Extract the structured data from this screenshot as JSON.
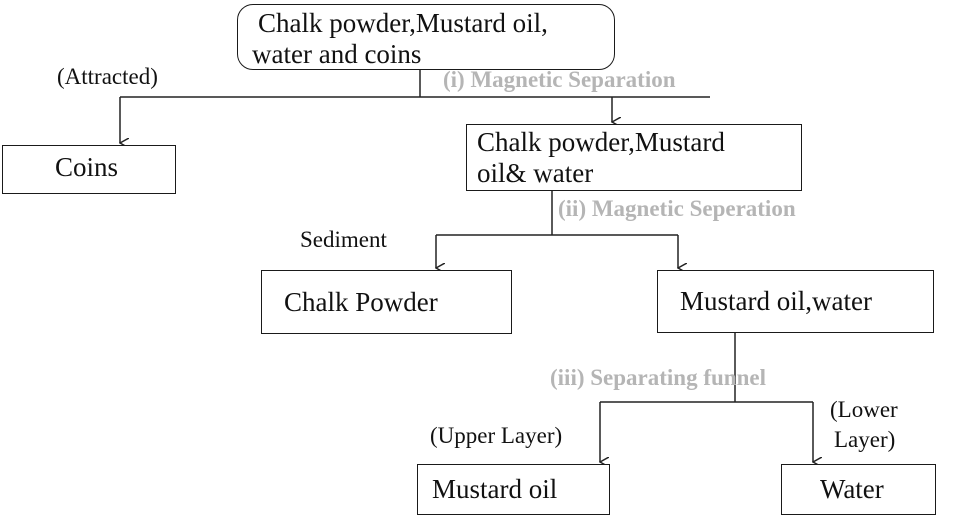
{
  "nodes": {
    "start": {
      "line1": "Chalk powder,Mustard oil,",
      "line2": "water and coins"
    },
    "coins": "Coins",
    "mix2": {
      "line1": "Chalk powder,Mustard",
      "line2": "oil& water"
    },
    "chalk": "Chalk Powder",
    "oil_water": "Mustard oil,water",
    "mustard_oil": "Mustard oil",
    "water": "Water"
  },
  "labels": {
    "attracted": "(Attracted)",
    "sediment": "Sediment",
    "upper_layer": "(Upper Layer)",
    "lower_layer_1": "(Lower",
    "lower_layer_2": "Layer)"
  },
  "steps": {
    "step1": "(i) Magnetic Separation",
    "step2": "(ii) Magnetic Seperation",
    "step3": "(iii) Separating funnel"
  },
  "colors": {
    "step_text": "#b5b5b5",
    "line": "#222222"
  }
}
